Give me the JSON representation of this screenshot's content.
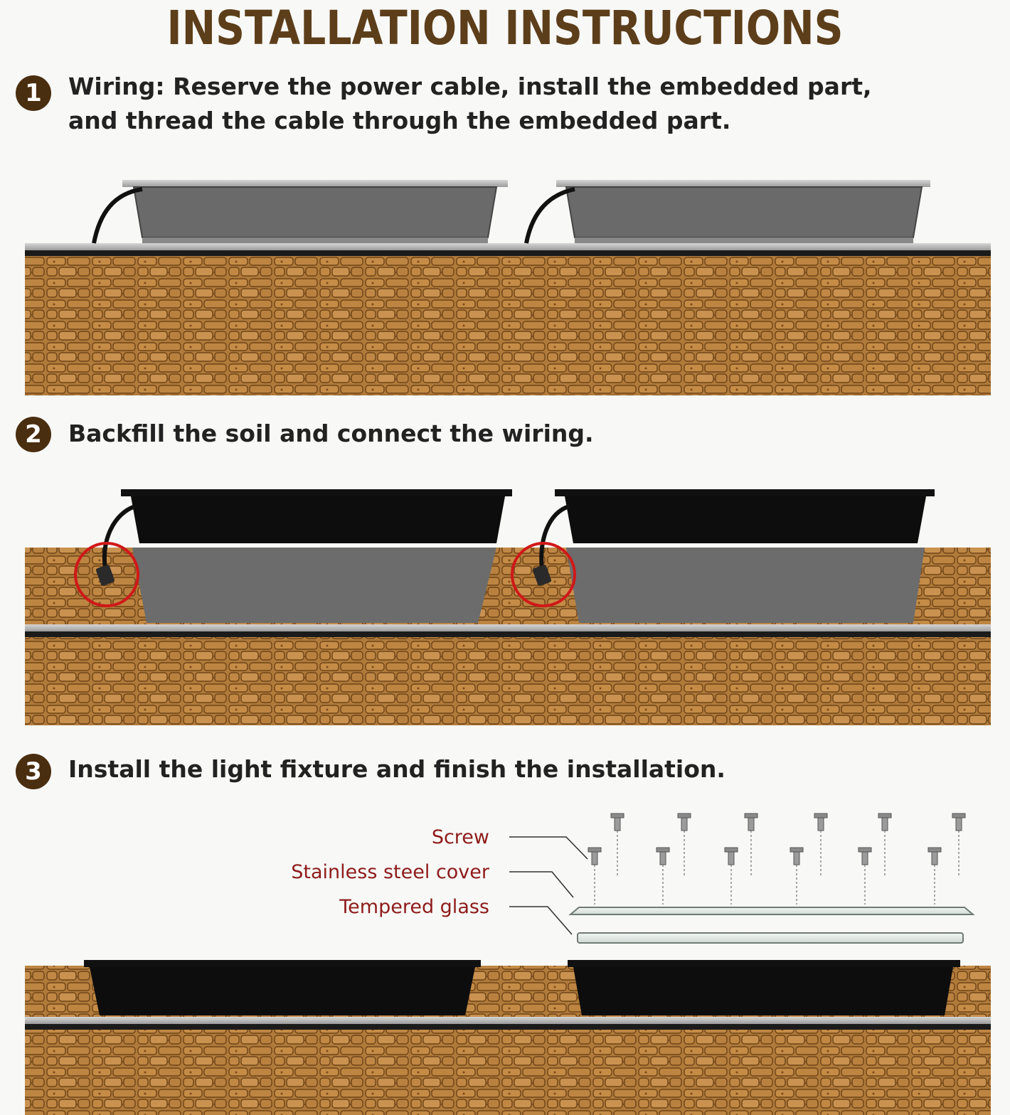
{
  "title": "INSTALLATION INSTRUCTIONS",
  "steps": [
    {
      "number": "1",
      "line1": "Wiring: Reserve the power cable, install the embedded part,",
      "line2": "and thread the cable through the embedded part."
    },
    {
      "number": "2",
      "line1": "Backfill the soil and connect the wiring."
    },
    {
      "number": "3",
      "line1": "Install the light fixture and finish the installation."
    }
  ],
  "labels": {
    "screw": "Screw",
    "cover": "Stainless steel cover",
    "glass": "Tempered glass"
  },
  "colors": {
    "title": "#5c3e1a",
    "badge": "#4a2e10",
    "soil": "#b07a3a",
    "label": "#8e1b1b",
    "highlight": "#d01818"
  }
}
